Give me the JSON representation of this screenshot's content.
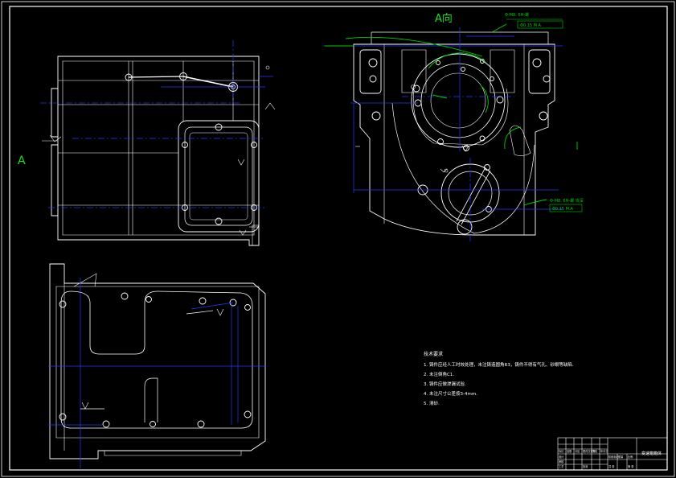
{
  "view_labels": {
    "section_mark": "A",
    "direction_view": "A向"
  },
  "gdt_callouts": {
    "top": {
      "leader_text": "Φ-M8, 6H-螺",
      "frame_text": "Φ0.15 M A"
    },
    "right": {
      "leader_text": "Φ-M8, 6H-螺  攻深",
      "frame_text": "Φ0.15 M A"
    }
  },
  "tech_requirements": {
    "heading": "技术要求",
    "items": [
      "1. 铸件应经人工时效处理，未注铸造圆角R3，铸件不得有气孔、砂眼等缺陷.",
      "2. 未注倒角C1.",
      "3. 铸件应做渗漏试验.",
      "4. 未注尺寸公差按3-4mm.",
      "5. 清砂."
    ]
  },
  "title_block": {
    "part_name": "变速箱箱体",
    "cells": [
      "标记",
      "处数",
      "分区",
      "更改文件号",
      "签名",
      "年月日",
      "设计",
      "审核",
      "工艺",
      "批准",
      "阶段标记",
      "重量",
      "比例",
      "共 张",
      "第 张"
    ]
  },
  "colors": {
    "background": "#000000",
    "outline": "#ffffff",
    "dimension": "#1f3cff",
    "annotation": "#00d000",
    "label": "#22dd22"
  }
}
